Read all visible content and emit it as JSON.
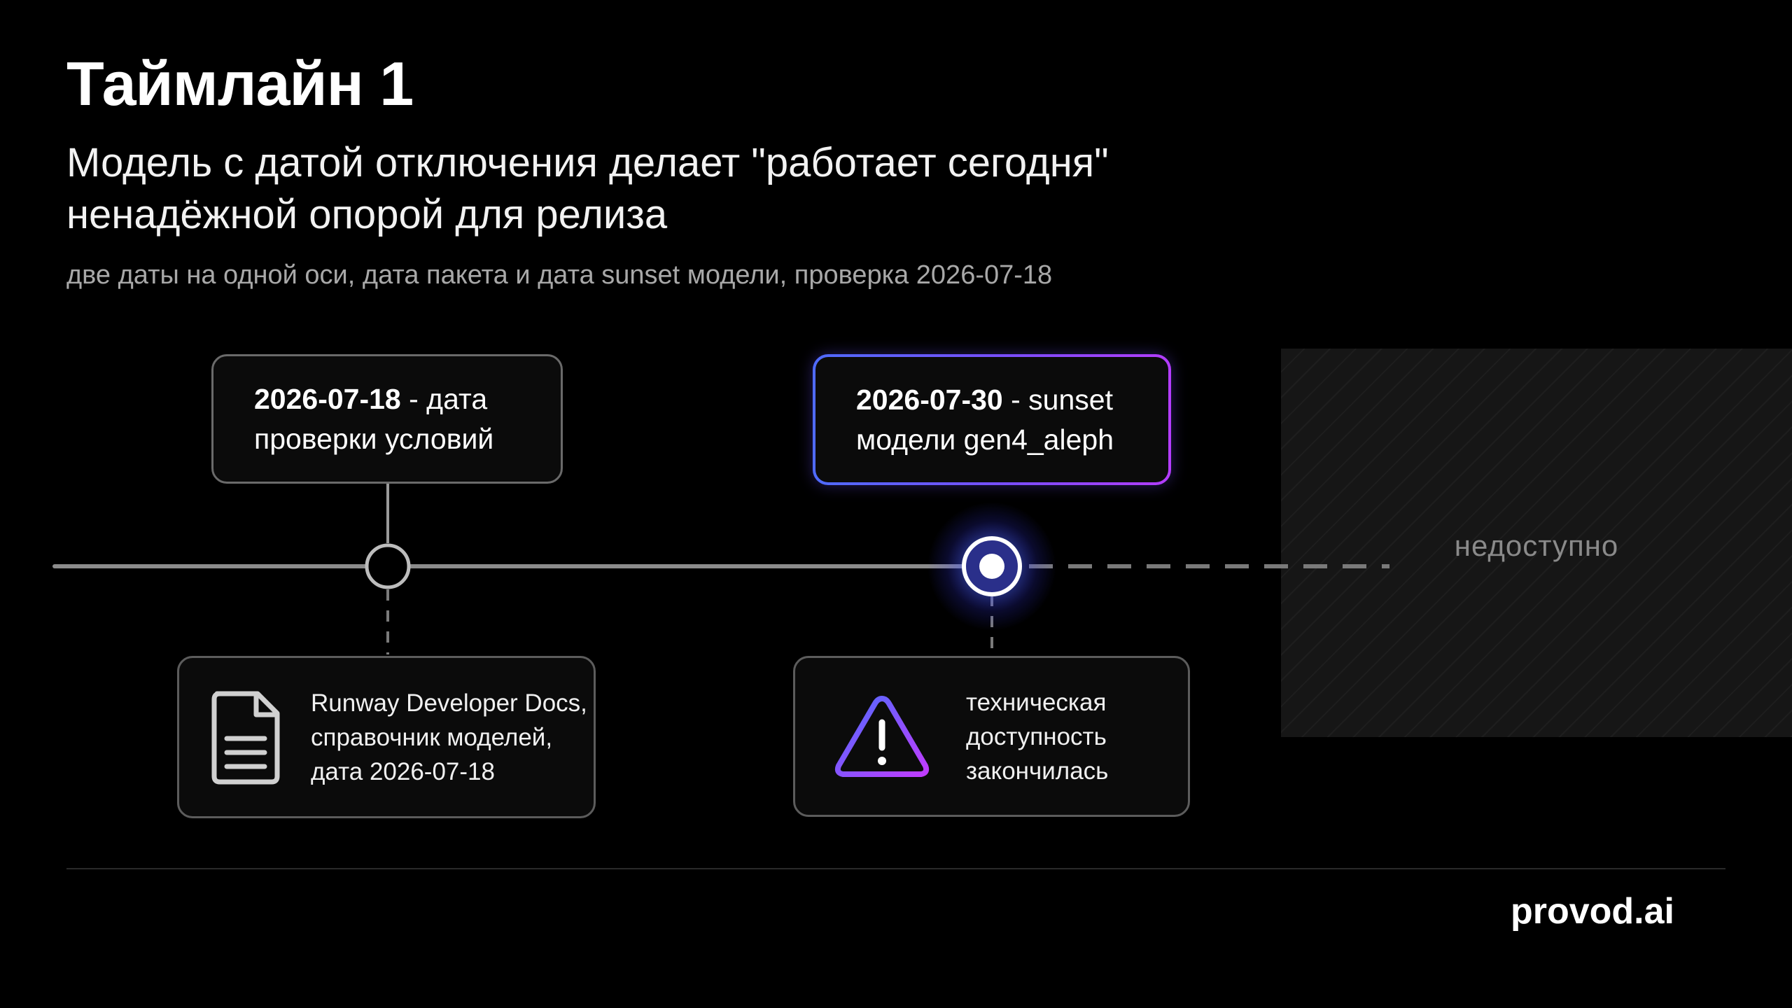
{
  "header": {
    "title": "Таймлайн 1",
    "subtitle_line1": "Модель с датой отключения делает \"работает сегодня\"",
    "subtitle_line2": "ненадёжной опорой для релиза",
    "caption": "две даты на одной оси, дата пакета и дата sunset модели, проверка 2026-07-18"
  },
  "events": [
    {
      "date": "2026-07-18",
      "label_part1": " - дата",
      "label_part2": "проверки условий",
      "note_line1": "Runway Developer Docs,",
      "note_line2": "справочник моделей,",
      "note_line3": "дата 2026-07-18",
      "note_icon": "document-icon"
    },
    {
      "date": "2026-07-30",
      "label_part1": " - sunset",
      "label_part2": "модели gen4_aleph",
      "note_line1": "техническая",
      "note_line2": "доступность",
      "note_line3": "закончилась",
      "note_icon": "warning-icon"
    }
  ],
  "unavailable_zone": {
    "label": "недоступно"
  },
  "footer": {
    "brand": "provod.ai"
  },
  "colors": {
    "background": "#000000",
    "axis": "#8c8c8c",
    "accent_blue": "#4f6bff",
    "accent_purple": "#b43cff",
    "muted_text": "#a8a8a8"
  }
}
